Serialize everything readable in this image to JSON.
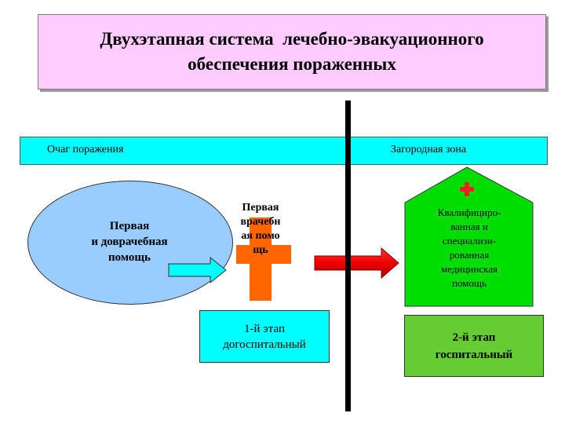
{
  "title": {
    "line1": "Двухэтапная система  лечебно-эвакуационного",
    "line2": "обеспечения пораженных"
  },
  "zones": {
    "left": "Очаг поражения",
    "right": "Загородная зона"
  },
  "first_aid": {
    "line1": "Первая",
    "line2": "и доврачебная",
    "line3": "помощь"
  },
  "first_medical_aid": "Первая врачебная помощь",
  "stage1": {
    "line1": "1-й этап",
    "line2": "догоспитальный"
  },
  "specialized_care": {
    "lines": [
      "Квалифициро-",
      "ванная и",
      "специализи-",
      "рованная",
      "медицинская",
      "помощь"
    ]
  },
  "stage2": {
    "line1": "2-й этап",
    "line2": "госпитальный"
  },
  "colors": {
    "title_bg": "#ffccff",
    "zone_bar": "#00ffff",
    "ellipse": "#99ccff",
    "cross": "#ff6600",
    "hospital": "#00dd00",
    "stage2_bg": "#66cc33",
    "evac_arrow": "#ff0000",
    "small_arrow": "#00ffff"
  }
}
